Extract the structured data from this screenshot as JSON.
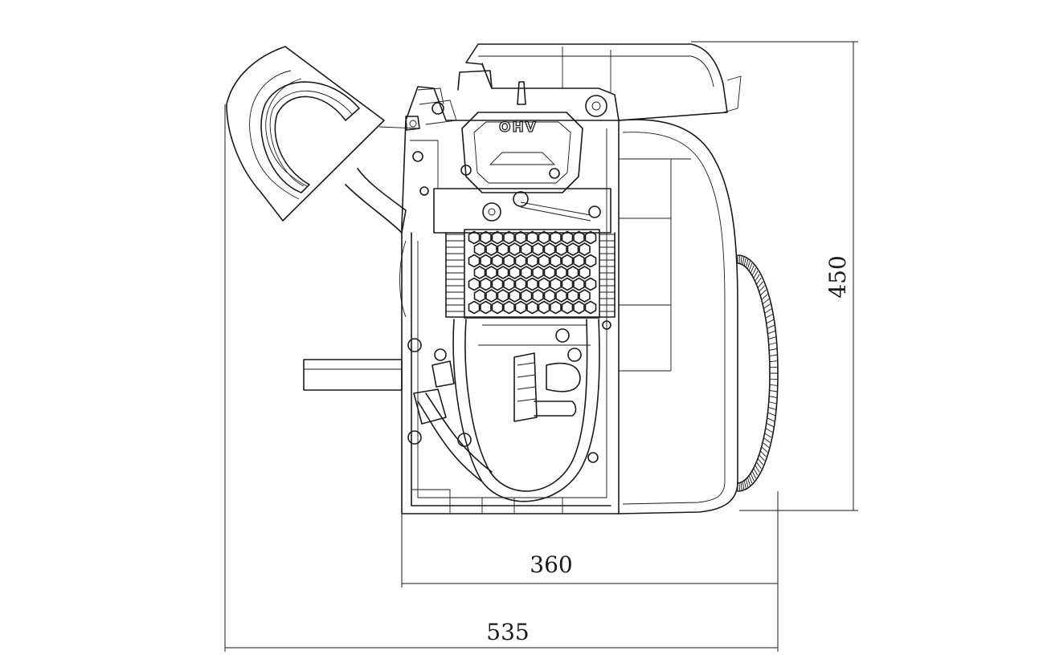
{
  "dimensions": {
    "width_overall": "535",
    "width_body": "360",
    "height": "450"
  },
  "engine": {
    "valve_cover_label": "OHV"
  }
}
